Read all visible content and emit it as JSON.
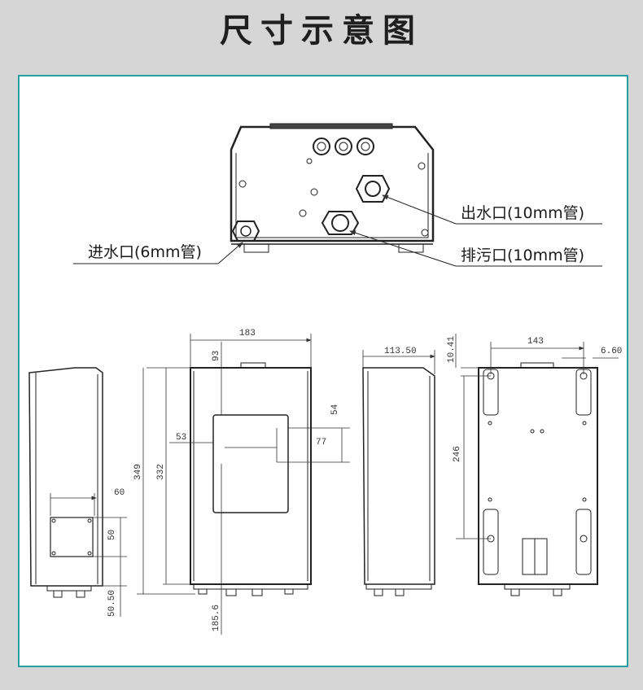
{
  "title": "尺寸示意图",
  "labels": {
    "outlet": "出水口(10mm管)",
    "inlet": "进水口(6mm管)",
    "drain": "排污口(10mm管)"
  },
  "dimensions": {
    "front_width": "183",
    "front_top": "93",
    "front_height": "349",
    "front_inner": "332",
    "screen_h": "54",
    "screen_w": "77",
    "screen_left": "53",
    "bottom_depth": "185.6",
    "side_box_w": "60",
    "side_box_h": "50",
    "side_bottom": "50.50",
    "side_depth": "113.50",
    "back_width": "143",
    "back_top": "10.41",
    "back_edge": "6.60",
    "back_hole_spacing": "246"
  },
  "colors": {
    "border": "#2a9ea3",
    "background": "#d6d6d6",
    "panel": "#ffffff"
  }
}
